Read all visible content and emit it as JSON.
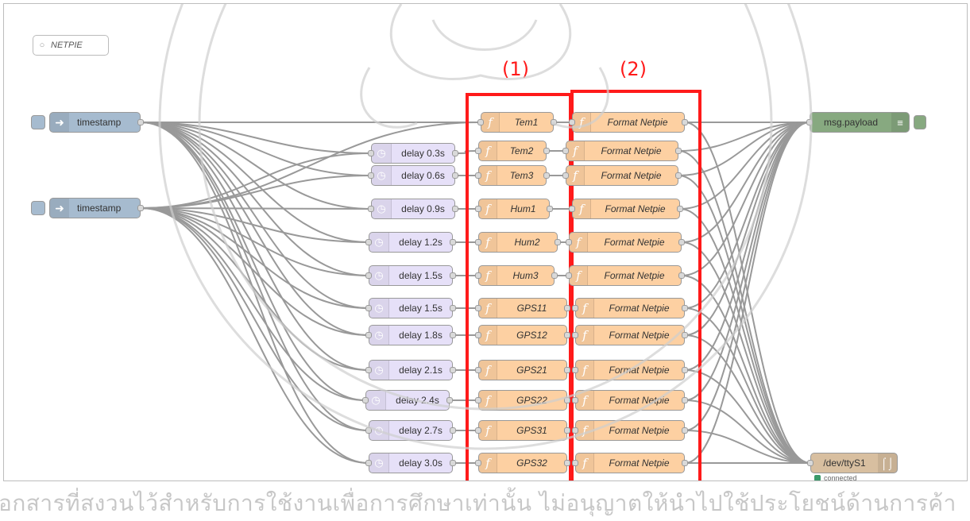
{
  "comment": {
    "label": "NETPIE",
    "icon": "comment-icon"
  },
  "annotations": {
    "group1": "(1)",
    "group2": "(2)"
  },
  "inject_nodes": [
    {
      "label": "timestamp"
    },
    {
      "label": "timestamp"
    }
  ],
  "delay_nodes": [
    {
      "label": "delay 0.3s"
    },
    {
      "label": "delay 0.6s"
    },
    {
      "label": "delay 0.9s"
    },
    {
      "label": "delay 1.2s"
    },
    {
      "label": "delay 1.5s"
    },
    {
      "label": "delay 1.5s"
    },
    {
      "label": "delay 1.8s"
    },
    {
      "label": "delay 2.1s"
    },
    {
      "label": "delay 2.4s"
    },
    {
      "label": "delay 2.7s"
    },
    {
      "label": "delay 3.0s"
    }
  ],
  "function_nodes": [
    {
      "label": "Tem1"
    },
    {
      "label": "Tem2"
    },
    {
      "label": "Tem3"
    },
    {
      "label": "Hum1"
    },
    {
      "label": "Hum2"
    },
    {
      "label": "Hum3"
    },
    {
      "label": "GPS11"
    },
    {
      "label": "GPS12"
    },
    {
      "label": "GPS21"
    },
    {
      "label": "GPS22"
    },
    {
      "label": "GPS31"
    },
    {
      "label": "GPS32"
    }
  ],
  "format_nodes": [
    {
      "label": "Format Netpie"
    },
    {
      "label": "Format Netpie"
    },
    {
      "label": "Format Netpie"
    },
    {
      "label": "Format Netpie"
    },
    {
      "label": "Format Netpie"
    },
    {
      "label": "Format Netpie"
    },
    {
      "label": "Format Netpie"
    },
    {
      "label": "Format Netpie"
    },
    {
      "label": "Format Netpie"
    },
    {
      "label": "Format Netpie"
    },
    {
      "label": "Format Netpie"
    },
    {
      "label": "Format Netpie"
    }
  ],
  "debug_node": {
    "label": "msg.payload"
  },
  "serial_node": {
    "label": "/dev/ttyS1",
    "status": "connected"
  },
  "footer_text": "อกสารที่สงวนไว้สำหรับการใช้งานเพื่อการศึกษาเท่านั้น ไม่อนุญาตให้นำไปใช้ประโยชน์ด้านการค้า",
  "colors": {
    "inject": "#a6bbcf",
    "delay": "#e6e0f8",
    "function": "#fdd0a2",
    "debug": "#87a980",
    "serial": "#d8bfa0",
    "highlight": "#ff1a1a",
    "wire": "#999999"
  }
}
